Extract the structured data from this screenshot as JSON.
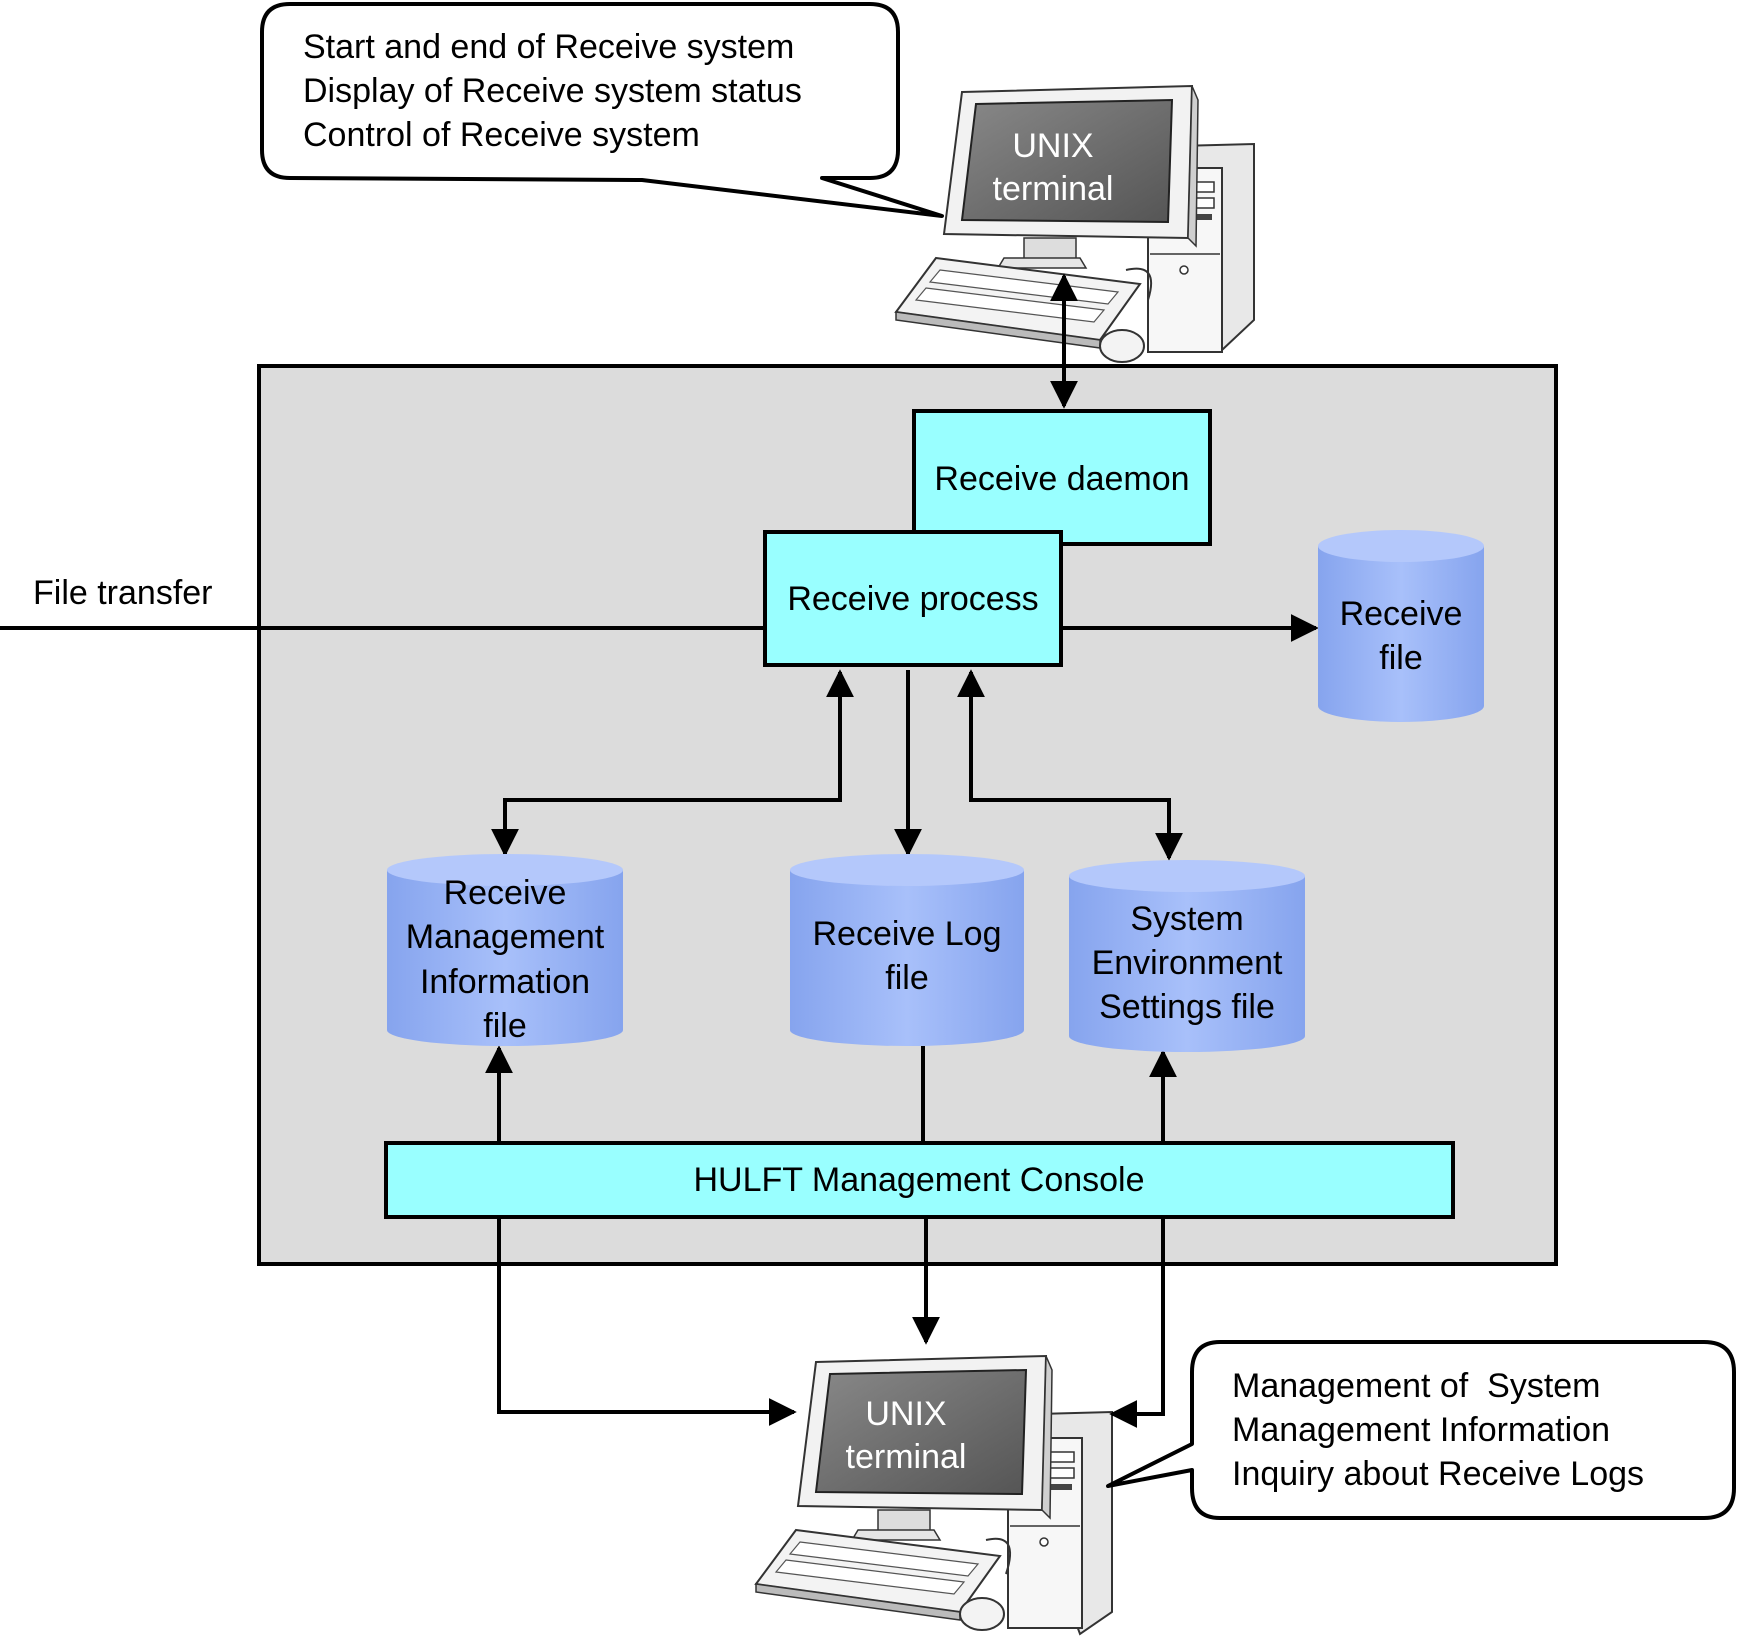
{
  "callouts": {
    "top": [
      "Start and end of Receive system",
      "Display of Receive system status",
      "Control of Receive system"
    ],
    "bottom": [
      "Management of  System",
      "Management Information",
      "Inquiry about Receive Logs"
    ]
  },
  "terminals": {
    "top": [
      "UNIX",
      "terminal"
    ],
    "bottom": [
      "UNIX",
      "terminal"
    ]
  },
  "external": {
    "file_transfer": "File transfer"
  },
  "processes": {
    "receive_daemon": "Receive daemon",
    "receive_process": "Receive process",
    "console": "HULFT Management Console"
  },
  "files": {
    "receive_file": [
      "Receive",
      "file"
    ],
    "mgmt_info": [
      "Receive",
      "Management",
      "Information",
      "file"
    ],
    "receive_log": [
      "Receive Log",
      "file"
    ],
    "sys_env": [
      "System",
      "Environment",
      "Settings file"
    ]
  },
  "colors": {
    "process_fill": "#99ffff",
    "file_fill": "#9fb8f5",
    "file_fill_dark": "#7f9ce8",
    "system_bg": "#dcdcdc",
    "screen_fill": "#6b6b6b",
    "line": "#000000"
  }
}
